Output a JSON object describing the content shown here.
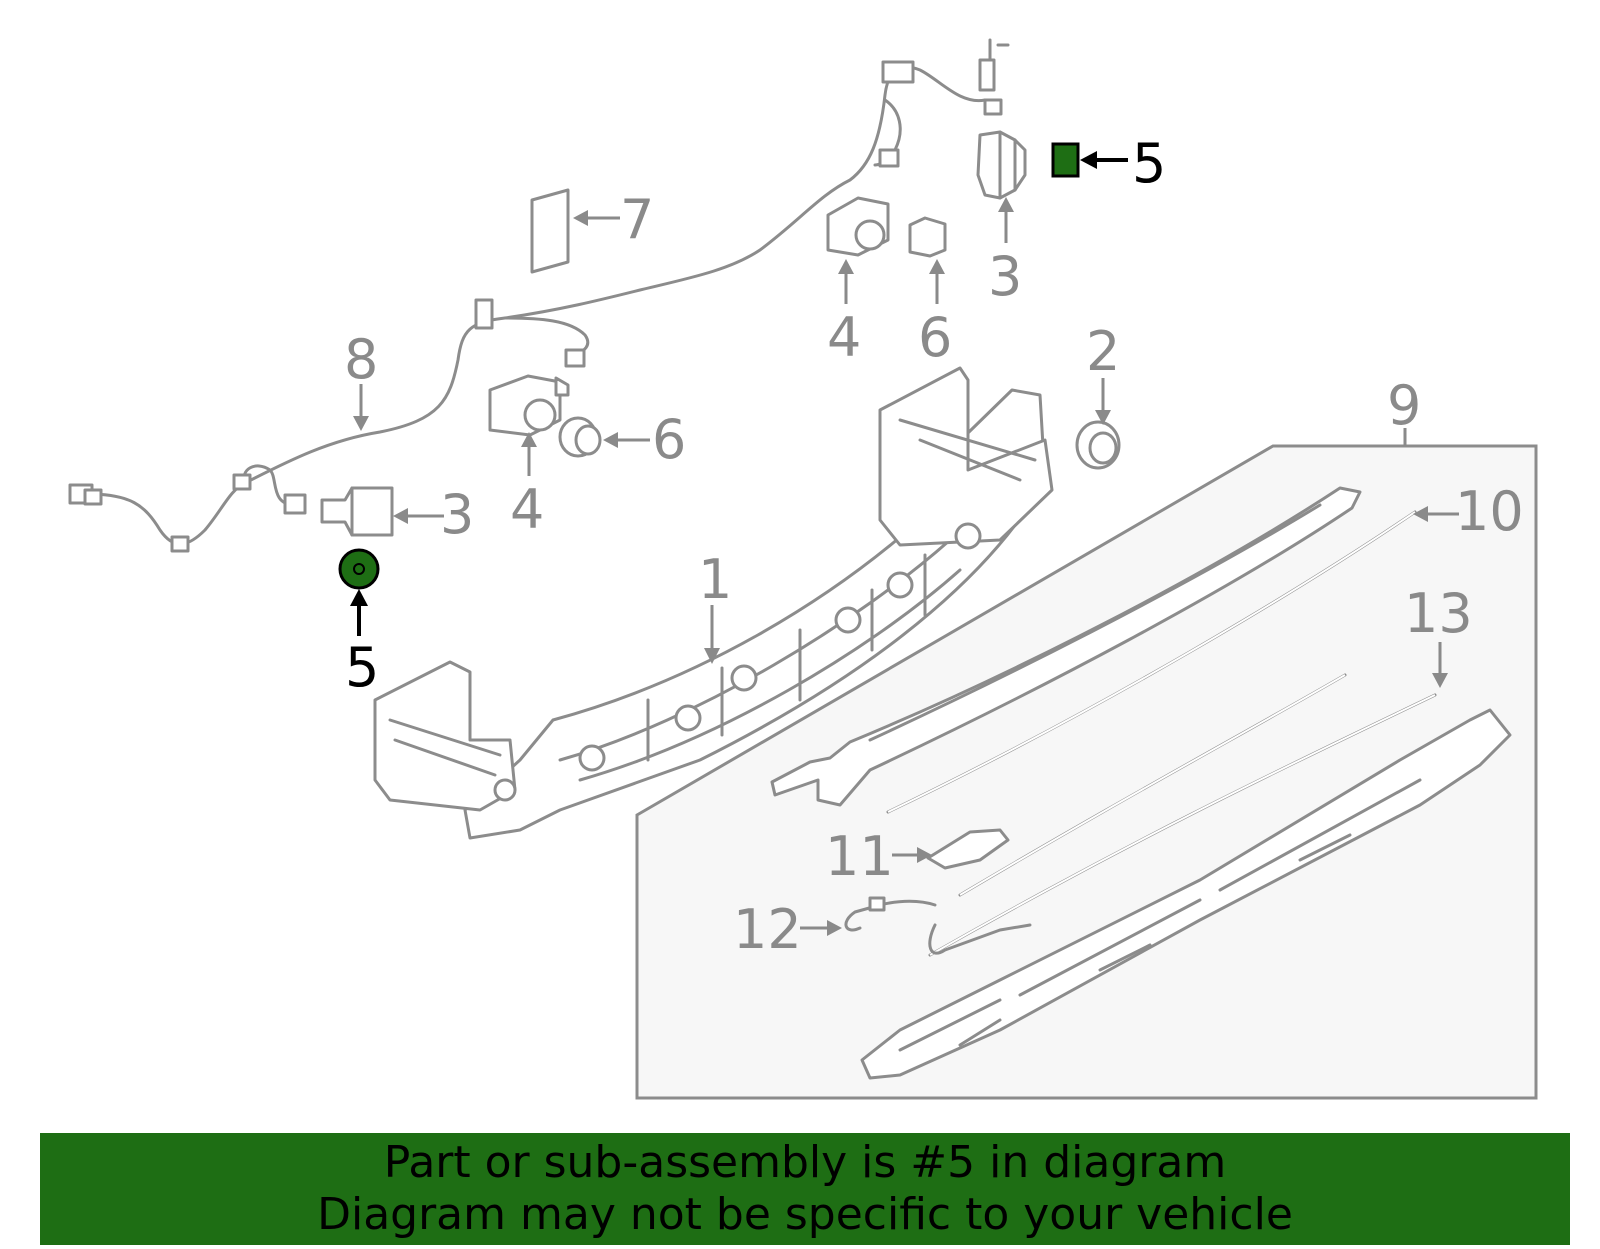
{
  "colors": {
    "highlight": "#1e6e14",
    "banner_bg": "#1e6e14",
    "line_gray": "#8c8c8c",
    "kit_box_fill": "#f7f7f7"
  },
  "callouts": {
    "c1": "1",
    "c2": "2",
    "c3_upper": "3",
    "c3_lower": "3",
    "c4_upper": "4",
    "c4_lower": "4",
    "c5_upper": "5",
    "c5_lower": "5",
    "c6_upper": "6",
    "c6_lower": "6",
    "c7": "7",
    "c8": "8",
    "c9": "9",
    "c10": "10",
    "c11": "11",
    "c12": "12",
    "c13": "13"
  },
  "banner": {
    "line1": "Part or sub-assembly is #5 in diagram",
    "line2": "Diagram may not be specific to your vehicle"
  }
}
